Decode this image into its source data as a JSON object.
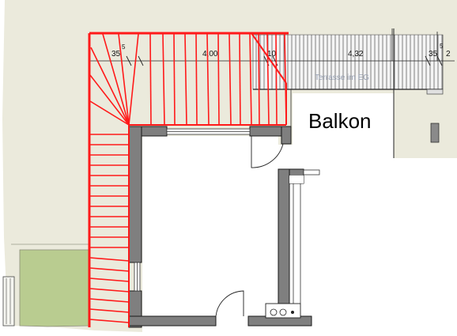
{
  "labels": {
    "room": "Balkon",
    "terrace_note": "Terrasse im EG"
  },
  "dimensions": {
    "d1": "35",
    "d1_sup": "5",
    "d2": "4,00",
    "d3": "10",
    "d4": "4,32",
    "d5": "35",
    "d5_sup": "5",
    "d6": "2"
  },
  "colors": {
    "stair": "#ff1a1a",
    "wall": "#7f7f7f",
    "paper": "#ebeadc",
    "lawn": "#b9cc90"
  }
}
